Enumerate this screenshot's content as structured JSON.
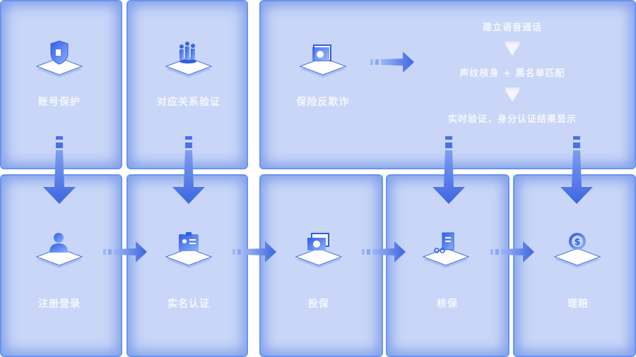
{
  "top": [
    {
      "label": "账号保护",
      "icon": "shield-lock-icon"
    },
    {
      "label": "对应关系验证",
      "icon": "people-group-icon"
    },
    {
      "label": "保险反欺诈",
      "icon": "id-card-icon"
    }
  ],
  "process": {
    "steps": [
      "建立语音通话",
      "声纹核身 + 黑名单匹配",
      "实时验证，身分认证结果显示"
    ]
  },
  "bottom": [
    {
      "label": "注册登录",
      "icon": "user-icon"
    },
    {
      "label": "实名认证",
      "icon": "id-badge-icon"
    },
    {
      "label": "投保",
      "icon": "money-icon"
    },
    {
      "label": "核保",
      "icon": "clipboard-icon"
    },
    {
      "label": "理赔",
      "icon": "refund-icon"
    }
  ],
  "colors": {
    "panel": "#c9d6f7",
    "border": "#6a93f2",
    "accent": "#3f6fe8",
    "text": "#f4f7ff"
  }
}
